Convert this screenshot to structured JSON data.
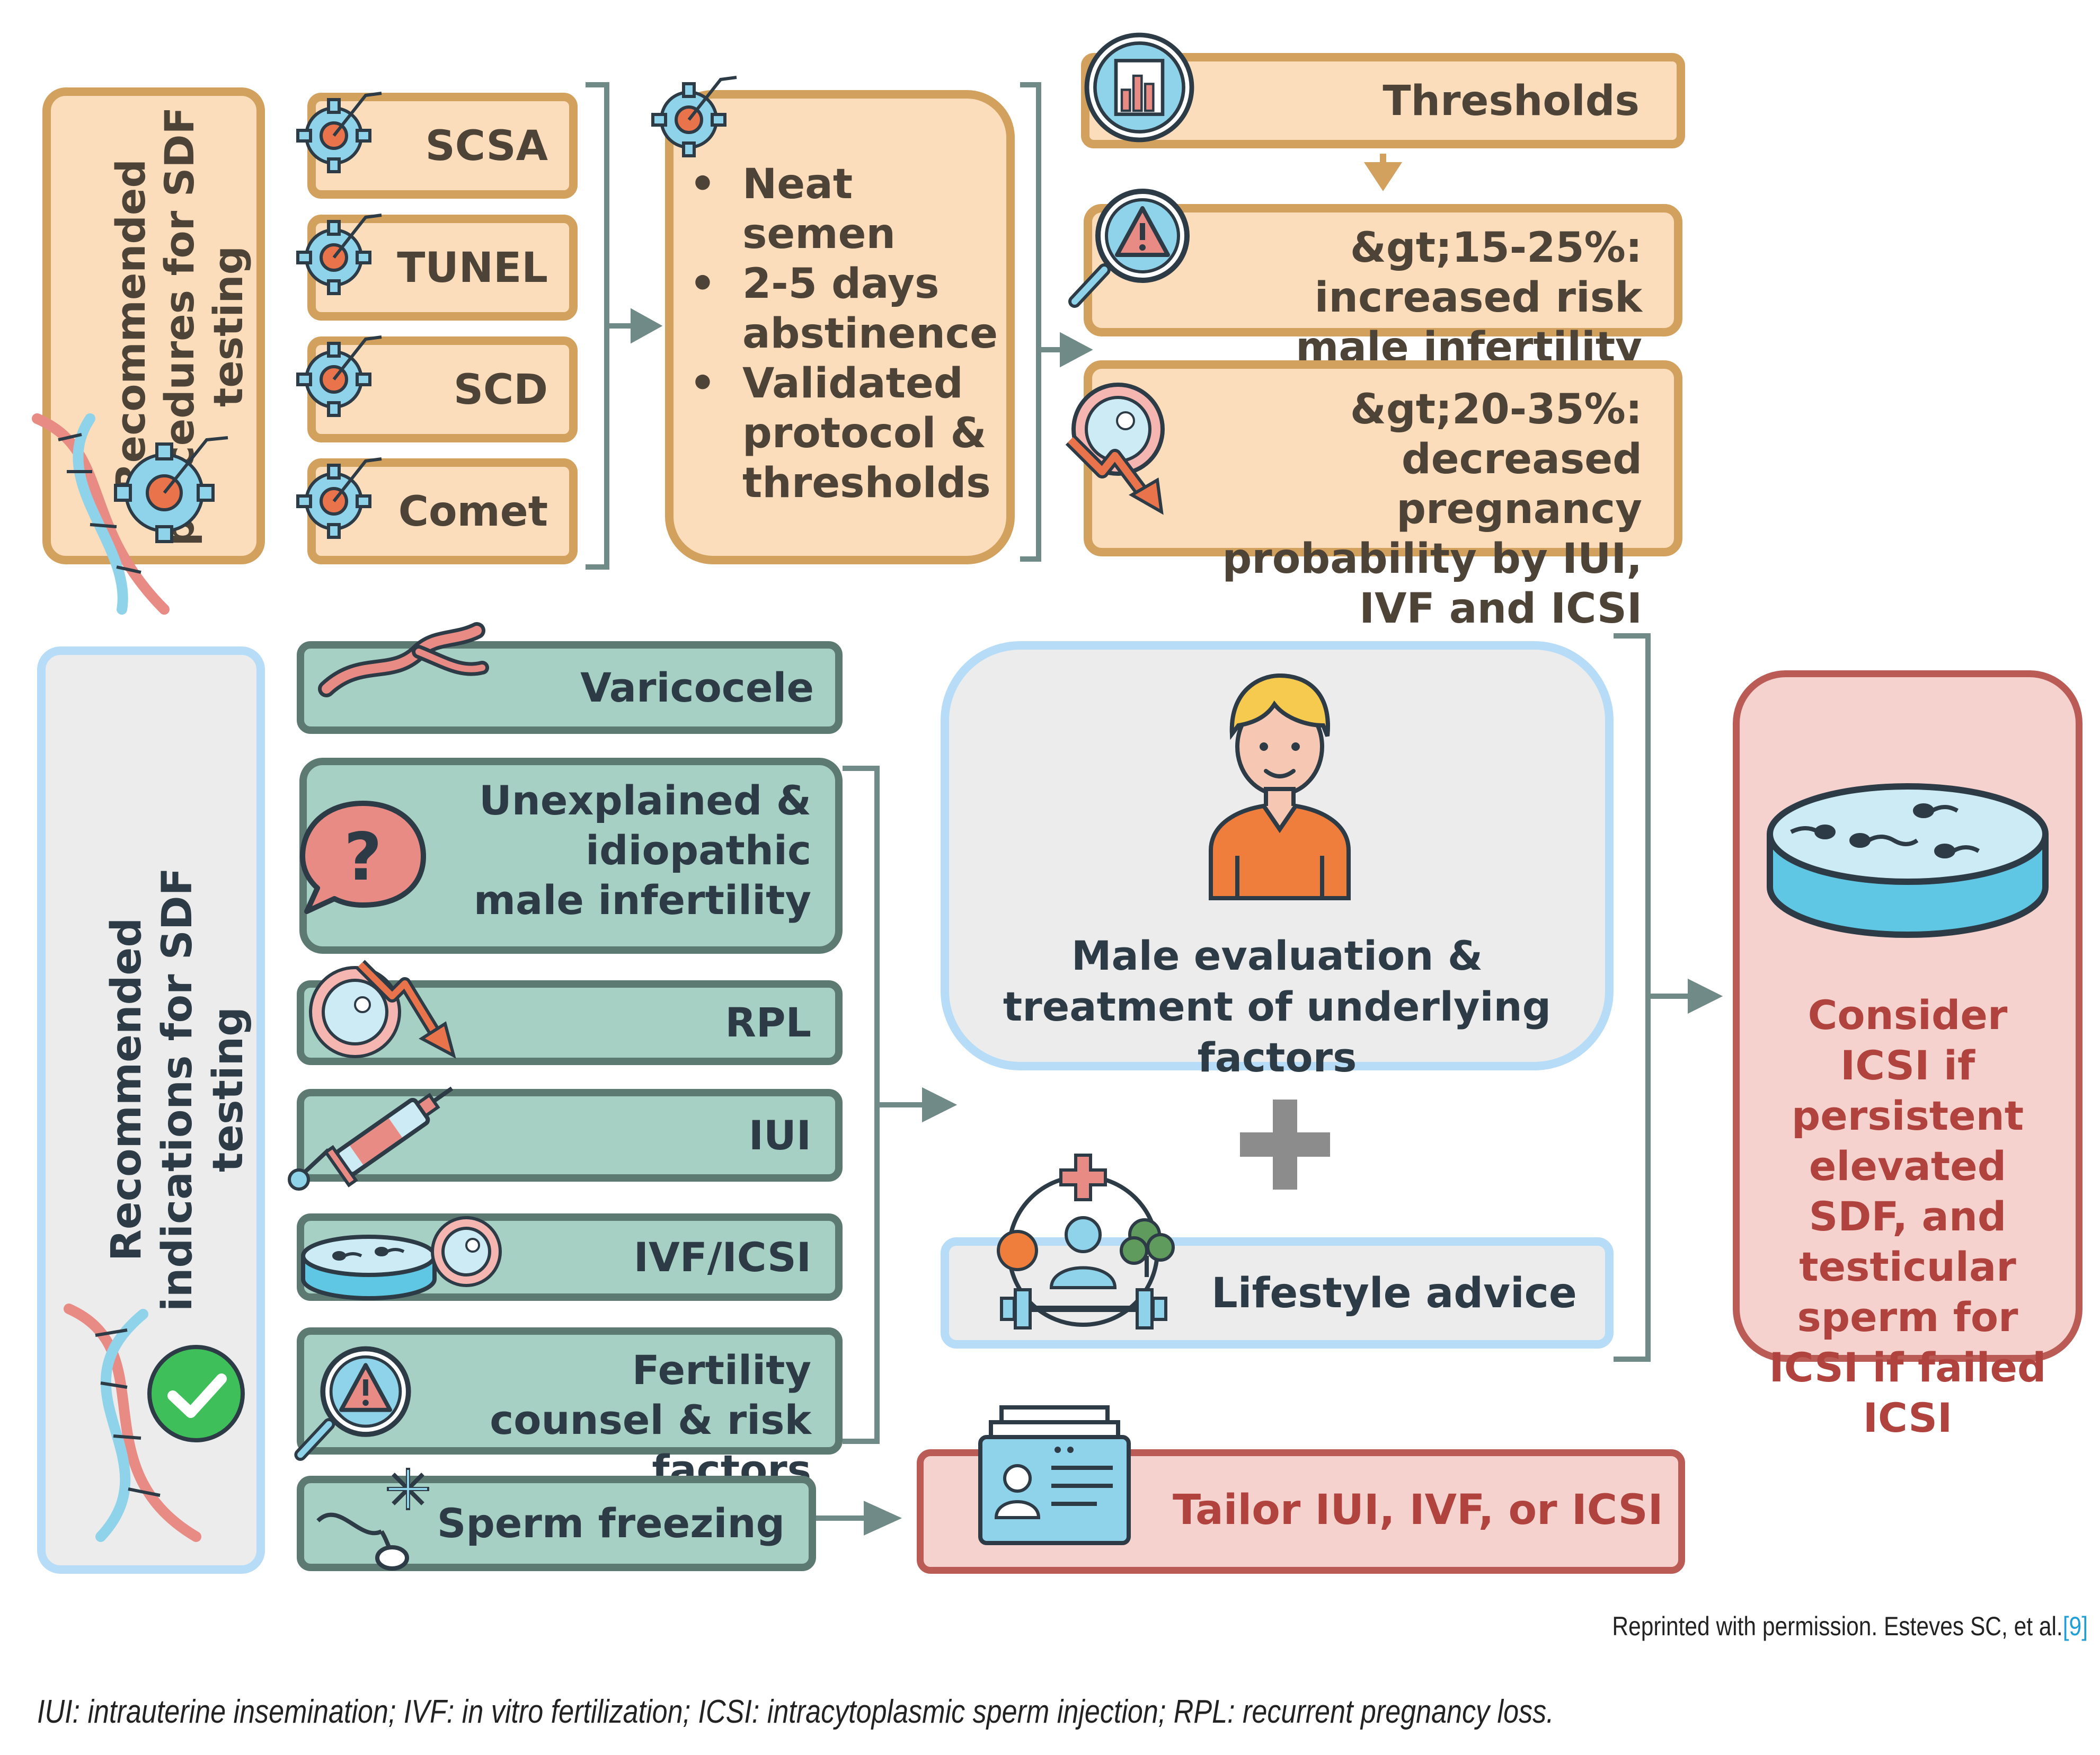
{
  "procedures": {
    "title": "Recommended procedures for SDF testing",
    "items": [
      "SCSA",
      "TUNEL",
      "SCD",
      "Comet"
    ]
  },
  "requirements": {
    "bullets": [
      "Neat semen",
      "2-5 days abstinence",
      "Validated protocol & thresholds"
    ]
  },
  "thresholds": {
    "title": "Thresholds",
    "risk": "&gt;15-25%: increased risk male infertility",
    "pregnancy": "&gt;20-35%: decreased pregnancy probability by IUI, IVF and ICSI"
  },
  "indications": {
    "title": "Recommended indications for SDF testing",
    "items": {
      "varicocele": "Varicocele",
      "unexplained": "Unexplained & idiopathic male infertility",
      "rpl": "RPL",
      "iui": "IUI",
      "ivf": "IVF/ICSI",
      "counsel": "Fertility counsel & risk factors",
      "freezing": "Sperm freezing"
    }
  },
  "management": {
    "male_eval": "Male evaluation & treatment of underlying factors",
    "plus": "+",
    "lifestyle": "Lifestyle advice",
    "consider_icsi": "Consider ICSI if persistent elevated SDF, and testicular sperm for ICSI if failed ICSI",
    "tailor": "Tailor IUI, IVF, or ICSI"
  },
  "credit": {
    "text": "Reprinted with permission. Esteves SC, et al.",
    "ref": "[9]"
  },
  "footnote": "IUI: intrauterine insemination; IVF: in vitro fertilization; ICSI: intracytoplasmic sperm injection; RPL: recurrent pregnancy loss.",
  "colors": {
    "orange_fill": "#fbdcbb",
    "orange_border": "#d3a15e",
    "green_fill": "#a7d0c4",
    "green_border": "#5d7a72",
    "blue_border": "#b7dcf7",
    "red_border": "#bb5b56",
    "red_text": "#b0433e"
  }
}
